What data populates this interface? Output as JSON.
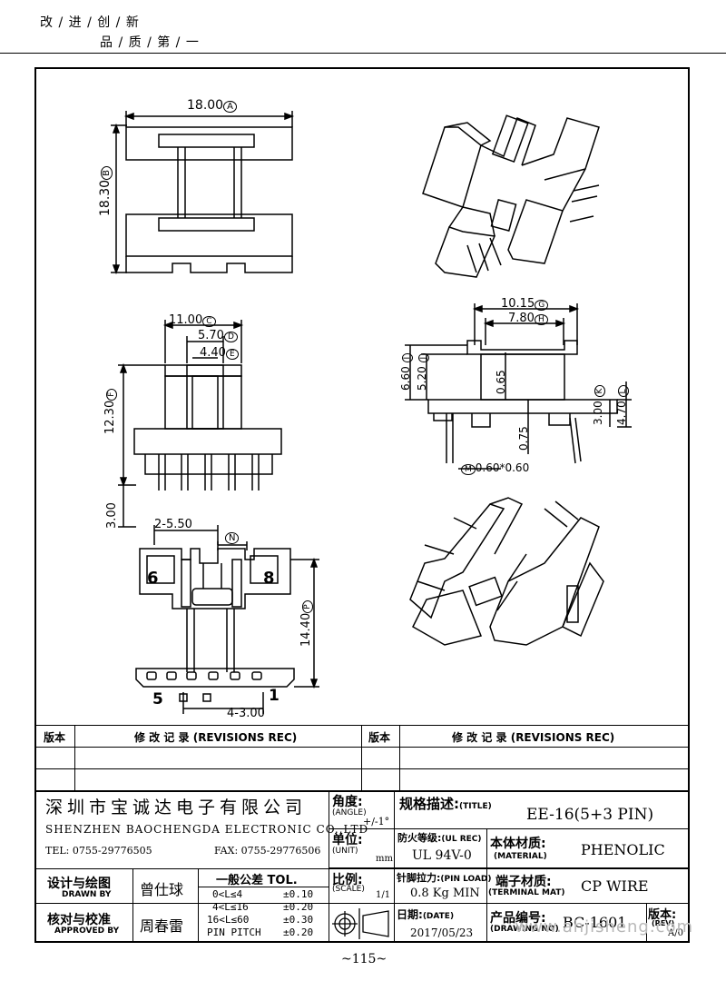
{
  "header": {
    "slogan_line1": "改 / 进 / 创 / 新",
    "slogan_line2": "品 / 质 / 第 / 一"
  },
  "dimensions": {
    "top_width": "18.00",
    "top_width_tag": "A",
    "top_height": "18.30",
    "top_height_tag": "B",
    "side_width": "11.00",
    "side_width_tag": "C",
    "side_inner": "5.70",
    "side_inner_tag": "D",
    "side_core": "4.40",
    "side_core_tag": "E",
    "side_height": "12.30",
    "side_height_tag": "F",
    "pin_length": "3.00",
    "front_width": "10.15",
    "front_width_tag": "G",
    "front_inner": "7.80",
    "front_inner_tag": "H",
    "front_h1": "6.60",
    "front_h1_tag": "I",
    "front_h2": "5.20",
    "front_h2_tag": "J",
    "front_flange": "0.65",
    "front_base": "0.75",
    "front_k": "3.00",
    "front_k_tag": "K",
    "front_l": "4.70",
    "front_l_tag": "L",
    "pin_size": "0.60*0.60",
    "pin_size_tag": "M",
    "bottom_spacing_top": "2-5.50",
    "bottom_spacing_top_tag": "N",
    "bottom_height": "14.40",
    "bottom_height_tag": "P",
    "bottom_spacing": "4-3.00",
    "pin_6": "6",
    "pin_8": "8",
    "pin_5": "5",
    "pin_1": "1"
  },
  "revisions": {
    "col_ver": "版本",
    "col_rec": "修 改 记 录 (REVISIONS REC)",
    "col_ver2": "版本",
    "col_rec2": "修 改 记 录 (REVISIONS REC)"
  },
  "titleblock": {
    "company_cn": "深圳市宝诚达电子有限公司",
    "company_en": "SHENZHEN BAOCHENGDA ELECTRONIC CO.,LTD",
    "tel": "TEL: 0755-29776505",
    "fax": "FAX: 0755-29776506",
    "angle_label": "角度:",
    "angle_label_en": "(ANGLE)",
    "angle_value": "+/-1°",
    "title_label": "规格描述:",
    "title_label_en": "(TITLE)",
    "title_value": "EE-16(5+3 PIN)",
    "unit_label": "单位:",
    "unit_label_en": "(UNIT)",
    "unit_value": "mm",
    "fire_label": "防火等级:",
    "fire_label_en": "(UL REC)",
    "fire_value": "UL 94V-0",
    "material_label": "本体材质:",
    "material_label_en": "(MATERIAL)",
    "material_value": "PHENOLIC",
    "drawn_label": "设计与绘图",
    "drawn_label_en": "DRAWN BY",
    "drawn_value": "曾仕球",
    "tol_label": "一般公差 TOL.",
    "tol_rows": [
      {
        "range": "0<L≤4",
        "value": "±0.10"
      },
      {
        "range": "4<L≤16",
        "value": "±0.20"
      },
      {
        "range": "16<L≤60",
        "value": "±0.30"
      },
      {
        "range": "PIN PITCH",
        "value": "±0.20"
      }
    ],
    "scale_label": "比例:",
    "scale_label_en": "(SCALE)",
    "scale_value": "1/1",
    "pinload_label": "针脚拉力:",
    "pinload_label_en": "(PIN LOAD)",
    "pinload_value": "0.8 Kg MIN",
    "terminal_label": "端子材质:",
    "terminal_label_en": "(TERMINAL MAT)",
    "terminal_value": "CP WIRE",
    "approved_label": "核对与校准",
    "approved_label_en": "APPROVED BY",
    "approved_value": "周春雷",
    "date_label": "日期:",
    "date_label_en": "(DATE)",
    "date_value": "2017/05/23",
    "drawing_label": "产品编号:",
    "drawing_label_en": "(DRAWING NO)",
    "drawing_value": "BC-1601",
    "rev_label": "版本:",
    "rev_label_en": "(REV)",
    "rev_value": "A/0"
  },
  "footer": {
    "page": "~115~",
    "watermark": "www.ahjisheng.com"
  }
}
